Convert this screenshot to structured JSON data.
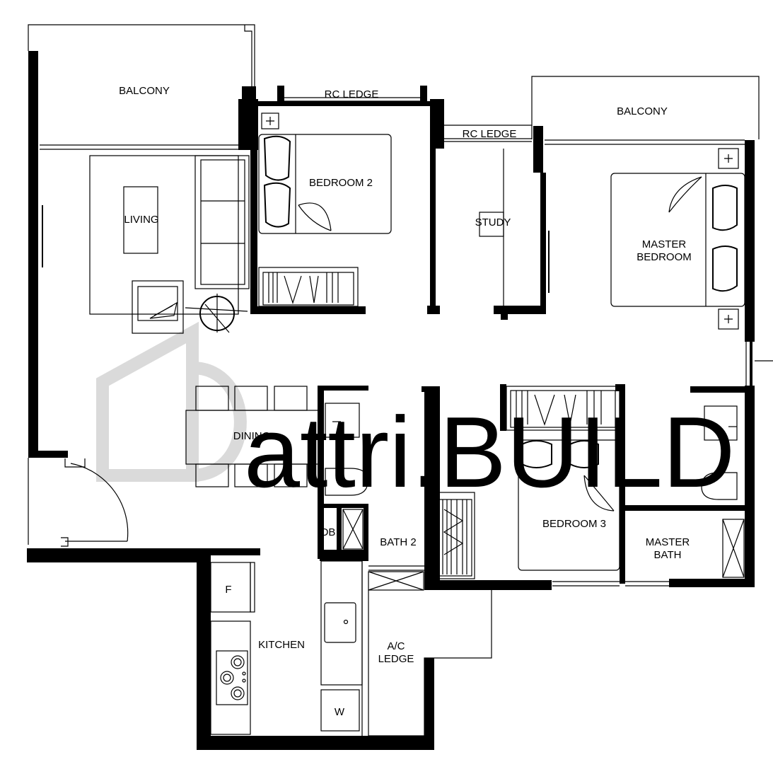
{
  "rooms": {
    "balcony_left": "BALCONY",
    "balcony_right": "BALCONY",
    "rc_ledge_top": "RC LEDGE",
    "rc_ledge_mid": "RC LEDGE",
    "bedroom_2": "BEDROOM 2",
    "living": "LIVING",
    "study": "STUDY",
    "master_bedroom_line1": "MASTER",
    "master_bedroom_line2": "BEDROOM",
    "dining": "DINING",
    "db": "DB",
    "bath_2": "BATH 2",
    "bedroom_3": "BEDROOM 3",
    "master_bath_line1": "MASTER",
    "master_bath_line2": "BATH",
    "kitchen": "KITCHEN",
    "fridge": "F",
    "washer": "W",
    "ac_ledge_line1": "A/C",
    "ac_ledge_line2": "LEDGE"
  },
  "watermark": {
    "text": "attri.BUILD"
  },
  "colors": {
    "wall": "#000000",
    "watermark": "#d9d9d9"
  }
}
